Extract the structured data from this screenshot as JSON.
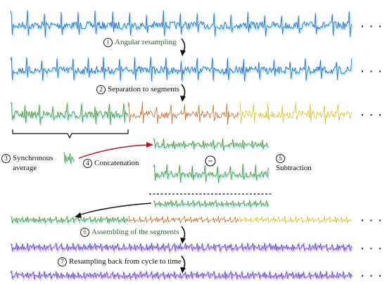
{
  "steps": [
    {
      "num": "1",
      "label": "Angular resampling"
    },
    {
      "num": "2",
      "label": "Separation to segments"
    },
    {
      "num": "3",
      "label": "Synchronous"
    },
    {
      "num": "",
      "label": "average"
    },
    {
      "num": "4",
      "label": "Concatenation"
    },
    {
      "num": "5",
      "label": "Subtraction"
    },
    {
      "num": "6",
      "label": "Assembling of the segments"
    },
    {
      "num": "7",
      "label": "Resampling back from cycle to time"
    }
  ],
  "ellipsis": "· · ·",
  "minus": "−",
  "colors": {
    "blue": "#3a5fc8",
    "green": "#6f8f2a",
    "orange": "#cc6a22",
    "yellow": "#d9c21a",
    "cyan_shadow": "#55e0e6",
    "magenta_shadow": "#e060e0",
    "arrow_red": "#c0102a"
  }
}
